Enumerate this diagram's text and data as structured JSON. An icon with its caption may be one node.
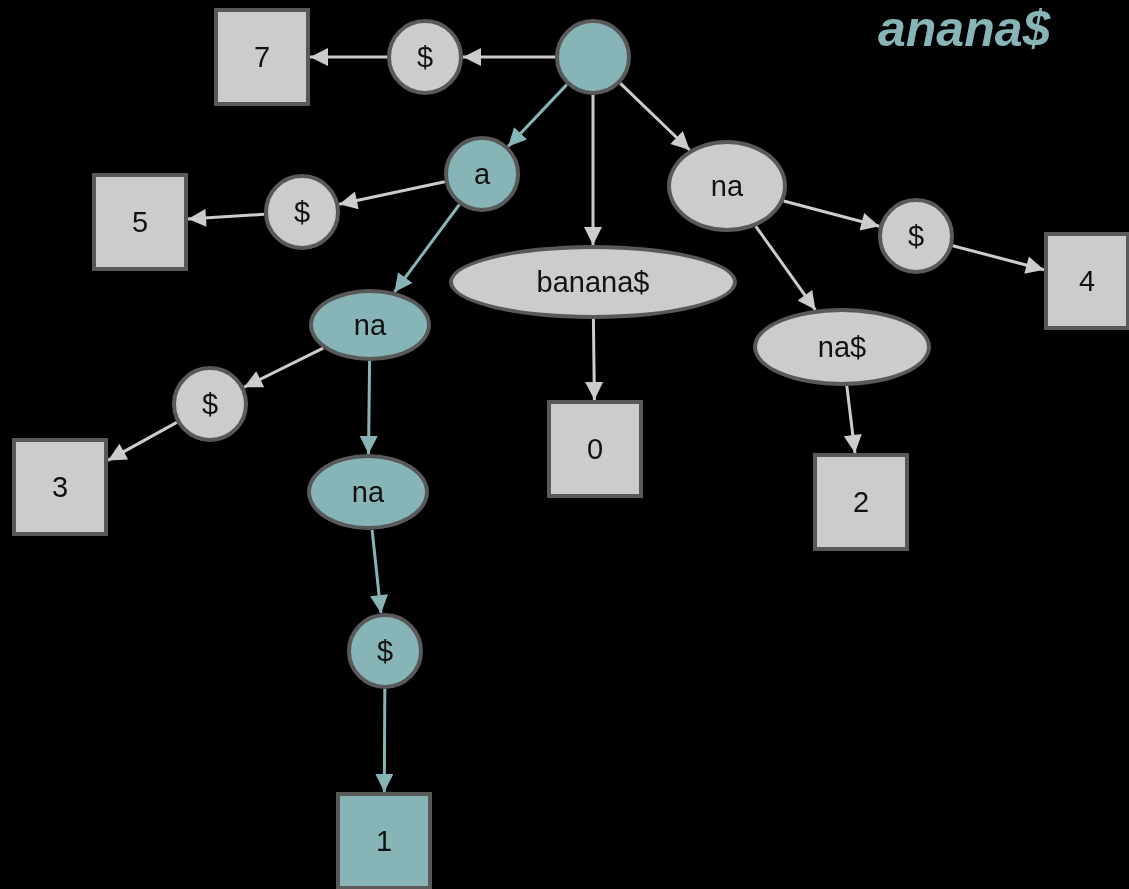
{
  "diagram": {
    "nodes": [
      {
        "text": [],
        "shape": "circle"
      },
      {
        "text": [
          "$"
        ]
      },
      {
        "text": [
          "7"
        ]
      },
      {
        "text": [
          "a"
        ]
      },
      {
        "text": [
          "$"
        ]
      },
      {
        "text": [
          "5"
        ]
      },
      {
        "text": [
          "banana$"
        ]
      },
      {
        "text": [
          "na"
        ]
      },
      {
        "text": [
          "$"
        ]
      },
      {
        "text": [
          "4"
        ]
      },
      {
        "text": [
          "na"
        ]
      },
      {
        "text": [
          "$"
        ]
      },
      {
        "text": [
          "3"
        ]
      },
      {
        "text": [
          "na"
        ]
      },
      {
        "text": [
          "0"
        ]
      },
      {
        "text": [
          "na$"
        ]
      },
      {
        "text": [
          "2"
        ]
      },
      {
        "text": [
          "$"
        ]
      },
      {
        "text": [
          "1"
        ]
      }
    ],
    "edges": [
      {
        "from": 0,
        "to": 1,
        "arrow": "to"
      },
      {
        "from": 1,
        "to": 2,
        "arrow": "to"
      },
      {
        "from": 0,
        "to": 3,
        "arrow": "to",
        "color": "#87b5b7"
      },
      {
        "from": 0,
        "to": 6,
        "arrow": "to"
      },
      {
        "from": 0,
        "to": 7,
        "arrow": "to"
      },
      {
        "from": 3,
        "to": 4,
        "arrow": "to"
      },
      {
        "from": 4,
        "to": 5,
        "arrow": "to"
      },
      {
        "from": 3,
        "to": 10,
        "arrow": "to",
        "color": "#87b5b7"
      },
      {
        "from": 7,
        "to": 8,
        "arrow": "to"
      },
      {
        "from": 8,
        "to": 9,
        "arrow": "to"
      },
      {
        "from": 7,
        "to": 15,
        "arrow": "to"
      },
      {
        "from": 15,
        "to": 16,
        "arrow": "to"
      },
      {
        "from": 6,
        "to": 14,
        "arrow": "to"
      },
      {
        "from": 10,
        "to": 11,
        "arrow": "to"
      },
      {
        "from": 11,
        "to": 12,
        "arrow": "to"
      },
      {
        "from": 10,
        "to": 13,
        "arrow": "to",
        "color": "#87b5b7"
      },
      {
        "from": 13,
        "to": 17,
        "arrow": "to",
        "color": "#87b5b7"
      },
      {
        "from": 17,
        "to": 18,
        "arrow": "to",
        "color": "#87b5b7"
      }
    ],
    "labels": [
      "anana$"
    ]
  }
}
